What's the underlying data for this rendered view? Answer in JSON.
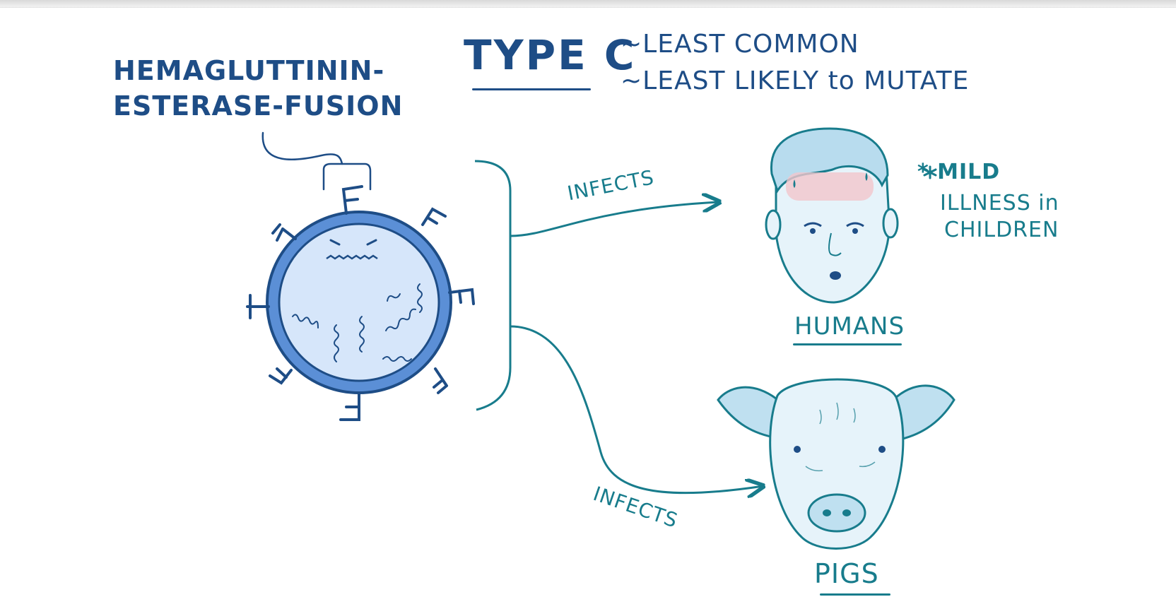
{
  "title": "TYPE C",
  "features": [
    "~LEAST  COMMON",
    "~LEAST LIKELY to MUTATE"
  ],
  "protein_label": [
    "HEMAGLUTTININ-",
    "ESTERASE-FUSION"
  ],
  "virus_protein_letter": "F",
  "arrow_label": "INFECTS",
  "hosts": [
    {
      "name": "HUMANS",
      "note": [
        "MILD",
        "ILLNESS in",
        "CHILDREN"
      ],
      "note_marker": "*"
    },
    {
      "name": "PIGS"
    }
  ],
  "colors": {
    "dark_blue": "#1e4d86",
    "teal": "#187c8c",
    "virus_fill": "#d6e6fa",
    "face_fill": "#dff0f8",
    "fever": "#f2c6cc"
  }
}
